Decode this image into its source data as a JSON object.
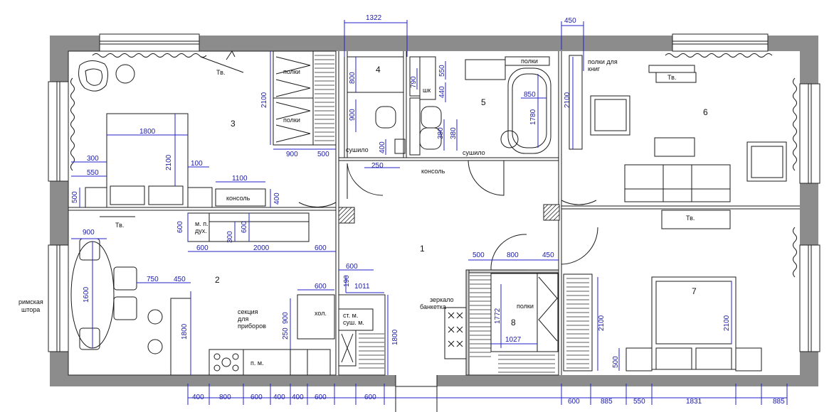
{
  "rooms": [
    {
      "id": "1",
      "label": "1"
    },
    {
      "id": "2",
      "label": "2"
    },
    {
      "id": "3",
      "label": "3"
    },
    {
      "id": "4",
      "label": "4"
    },
    {
      "id": "5",
      "label": "5"
    },
    {
      "id": "6",
      "label": "6"
    },
    {
      "id": "7",
      "label": "7"
    },
    {
      "id": "8",
      "label": "8"
    }
  ],
  "labels": {
    "tv": "Тв.",
    "shelves": "полки",
    "console": "консоль",
    "book_shelves_1": "полки для",
    "book_shelves_2": "книг",
    "microwave_1": "м. п.",
    "microwave_2": "дух.",
    "fridge": "хол.",
    "washer_1": "ст. м.",
    "washer_2": "суш. м.",
    "appliance_section_1": "секция",
    "appliance_section_2": "для",
    "appliance_section_3": "приборов",
    "dishwasher": "п. м.",
    "mirror_1": "зеркало",
    "mirror_2": "банкетка",
    "cabinet": "шк",
    "dryer": "сушило",
    "roman_blind_1": "римская",
    "roman_blind_2": "штора"
  },
  "dimensions": {
    "d1322": "1322",
    "d450": "450",
    "d2100": "2100",
    "d1800": "1800",
    "d900": "900",
    "d500": "500",
    "d300": "300",
    "d550": "550",
    "d100": "100",
    "d1100": "1100",
    "d400": "400",
    "d600": "600",
    "d800": "800",
    "d790": "790",
    "d440": "440",
    "d850": "850",
    "d1780": "1780",
    "d380": "380",
    "d250": "250",
    "d2000": "2000",
    "d1600": "1600",
    "d750": "750",
    "d190": "190",
    "d1011": "1011",
    "d1772": "1772",
    "d1027": "1027",
    "d885": "885",
    "d1831": "1831"
  }
}
